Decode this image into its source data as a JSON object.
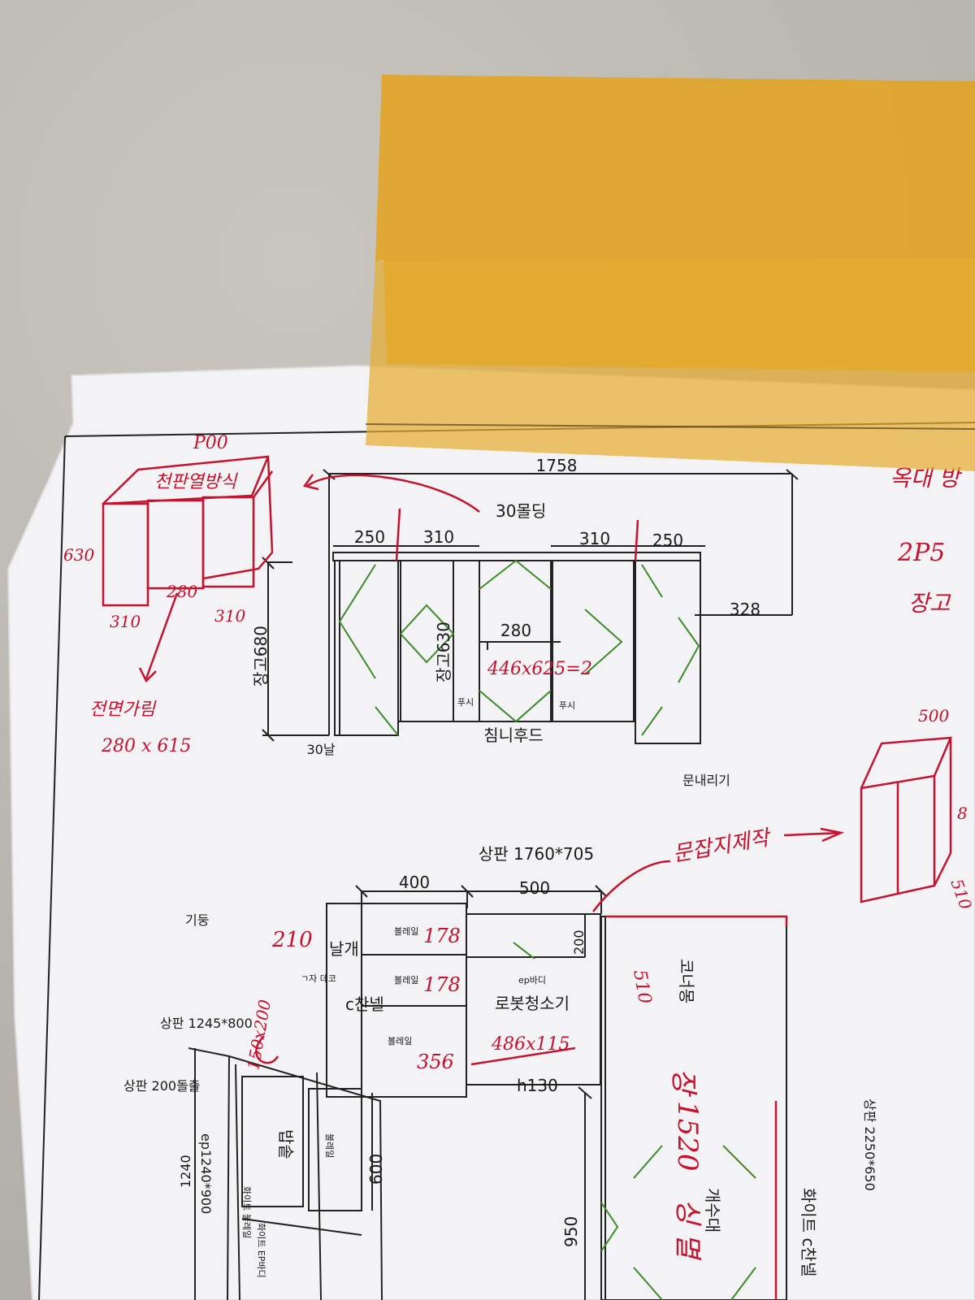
{
  "colors": {
    "paper": "#f4f4f6",
    "ink": "#1a1a1a",
    "red_pen": "#c4122f",
    "green_marks": "#3c8a2a",
    "tape": "#e3a321",
    "background": "#bdbab4"
  },
  "upper_cabinet": {
    "total_width": "1758",
    "molding": "30몰딩",
    "widths": [
      "250",
      "310",
      "310",
      "250"
    ],
    "right_gap": "328",
    "height_left": "장고680",
    "height_center": "장고630",
    "center_width": "280",
    "bottom_left": "30날",
    "push_left": "푸시",
    "push_right": "푸시",
    "chimney_hood": "침니후드",
    "door_drop": "문내리기"
  },
  "red_notes_upper": {
    "sketch_top": "P00",
    "sketch_title": "천판열방식",
    "sketch_height": "630",
    "sketch_center": "280",
    "sketch_left": "310",
    "sketch_right": "310",
    "front_panel": "전면가림",
    "front_panel_size": "280 x 615",
    "center_note": "446x625=2",
    "right_note_1": "옥대 방",
    "right_note_2": "2P5",
    "right_note_3": "장고"
  },
  "lower_cabinet": {
    "countertop_main": "상판 1760*705",
    "widths": [
      "400",
      "500"
    ],
    "pillar": "기둥",
    "wing": "날개",
    "c_channel": "c찬넬",
    "corner_deco": "ㄱ자 데코",
    "rail_1": "볼레일",
    "rail_2": "볼레일",
    "rail_3": "볼레일",
    "ep_body": "ep바디",
    "robot_cleaner": "로봇청소기",
    "h_gap": "200",
    "h130": "h130",
    "corner_mong": "코너몽",
    "countertop_left": "상판 1245*800",
    "countertop_ext": "상판 200돌출",
    "ep_side": "ep1240*900",
    "height_1240": "1240",
    "height_600": "600",
    "height_950": "950",
    "sink": "개수대",
    "countertop_right": "상판 2250*650",
    "white_channel": "화이트 c찬넬",
    "drawer_small_1": "불레일",
    "drawer_small_2": "화이트 불레일",
    "left_label_1": "밥솥",
    "left_label_2": "화이트 EP바디"
  },
  "red_notes_lower": {
    "rail_size_1": "178",
    "rail_size_2": "178",
    "rail_size_3": "356",
    "left_number": "210",
    "pillar_size": "150x200",
    "robot_size": "486x115",
    "side_510": "510",
    "door_handle_note": "문잡지제작",
    "box_top": "500",
    "box_bottom": "510",
    "box_side": "8",
    "sink_note_1": "장",
    "sink_note_2": "1520",
    "sink_note_3": "싱 멸"
  }
}
